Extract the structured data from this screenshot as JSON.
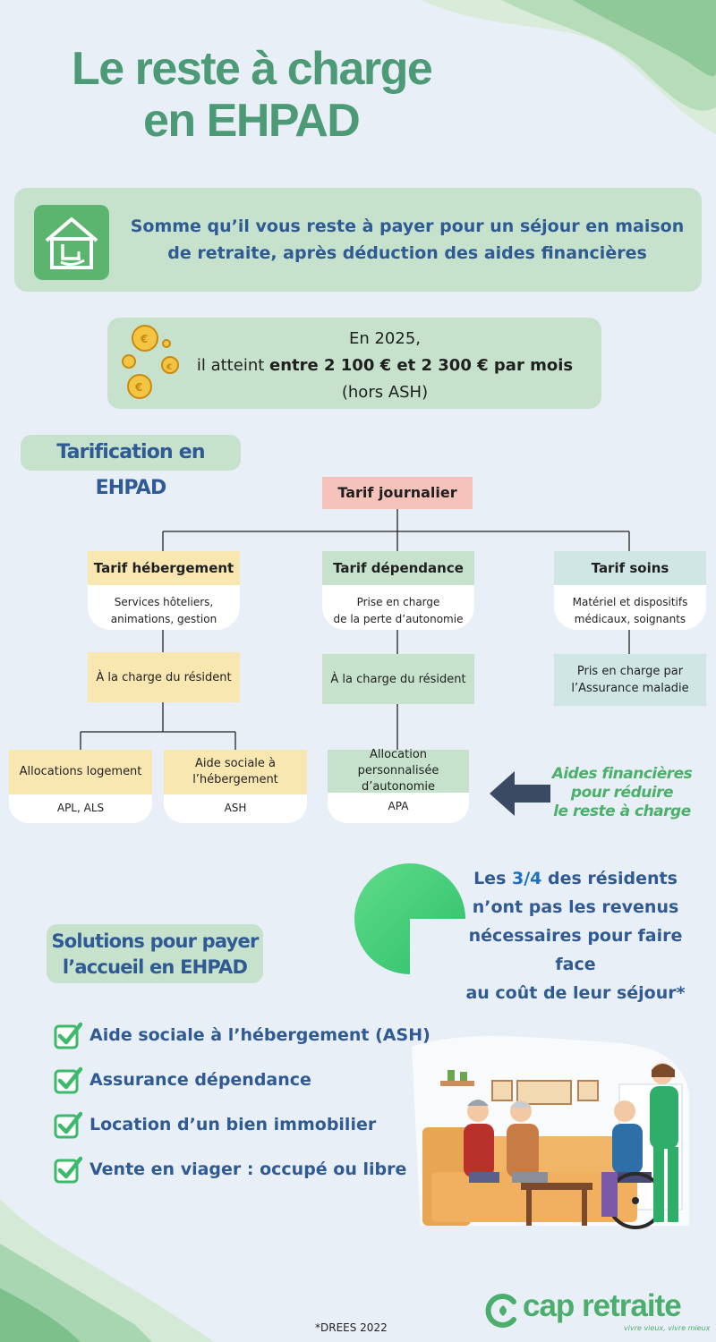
{
  "title": {
    "line1": "Le reste à charge",
    "line2": "en EHPAD"
  },
  "intro": {
    "text": "Somme qu’il vous reste à payer pour un séjour en maison de retraite, après déduction des aides financières"
  },
  "cost": {
    "line1": "En 2025,",
    "line2_prefix": "il atteint ",
    "line2_bold": "entre 2 100 € et 2 300 € par mois",
    "line3": "(hors ASH)"
  },
  "tarification": {
    "heading": "Tarification en EHPAD",
    "root": "Tarif journalier",
    "hebergement": {
      "title": "Tarif hébergement",
      "desc_line1": "Services hôteliers,",
      "desc_line2": "animations, gestion",
      "charge": "À la charge du résident"
    },
    "dependance": {
      "title": "Tarif dépendance",
      "desc_line1": "Prise en charge",
      "desc_line2": "de la perte d’autonomie",
      "charge": "À la charge du résident"
    },
    "soins": {
      "title": "Tarif soins",
      "desc_line1": "Matériel et dispositifs",
      "desc_line2": "médicaux, soignants",
      "charge_line1": "Pris en charge par",
      "charge_line2": "l’Assurance maladie"
    },
    "aids": [
      {
        "line1": "Allocations logement",
        "line2": "",
        "footer": "APL, ALS"
      },
      {
        "line1": "Aide sociale à",
        "line2": "l’hébergement",
        "footer": "ASH"
      },
      {
        "line1": "Allocation personnalisée",
        "line2": "d’autonomie",
        "footer": "APA"
      }
    ],
    "aids_note": {
      "line1": "Aides financières",
      "line2": "pour réduire",
      "line3": "le reste à charge"
    }
  },
  "stat": {
    "prefix": "Les ",
    "highlight": "3/4",
    "line1_rest": " des résidents",
    "line2": "n’ont pas les revenus",
    "line3": "nécessaires pour faire face",
    "line4": "au coût de leur séjour*",
    "pie_fraction": 0.75
  },
  "solutions": {
    "heading_line1": "Solutions pour payer",
    "heading_line2": "l’accueil en EHPAD",
    "items": [
      "Aide sociale à l’hébergement (ASH)",
      "Assurance dépendance",
      "Location d’un bien immobilier",
      "Vente en viager : occupé ou libre"
    ]
  },
  "footer": {
    "source": "*DREES 2022",
    "brand": "cap retraite",
    "tagline": "vivre vieux, vivre mieux"
  },
  "colors": {
    "title_green": "#4d9a76",
    "text_blue": "#2f5a93",
    "light_green": "#c6e2cc",
    "yellow": "#f9e7b1",
    "pink": "#f6c2bc",
    "teal": "#cfe6e4",
    "accent_green": "#4cae6c",
    "arrow_navy": "#3a4a63"
  },
  "icons": [
    "house-rocking-chair-icon",
    "coins-icon",
    "left-arrow-icon",
    "pie-chart-icon",
    "checkbox-icon",
    "cap-retraite-logo-icon"
  ]
}
